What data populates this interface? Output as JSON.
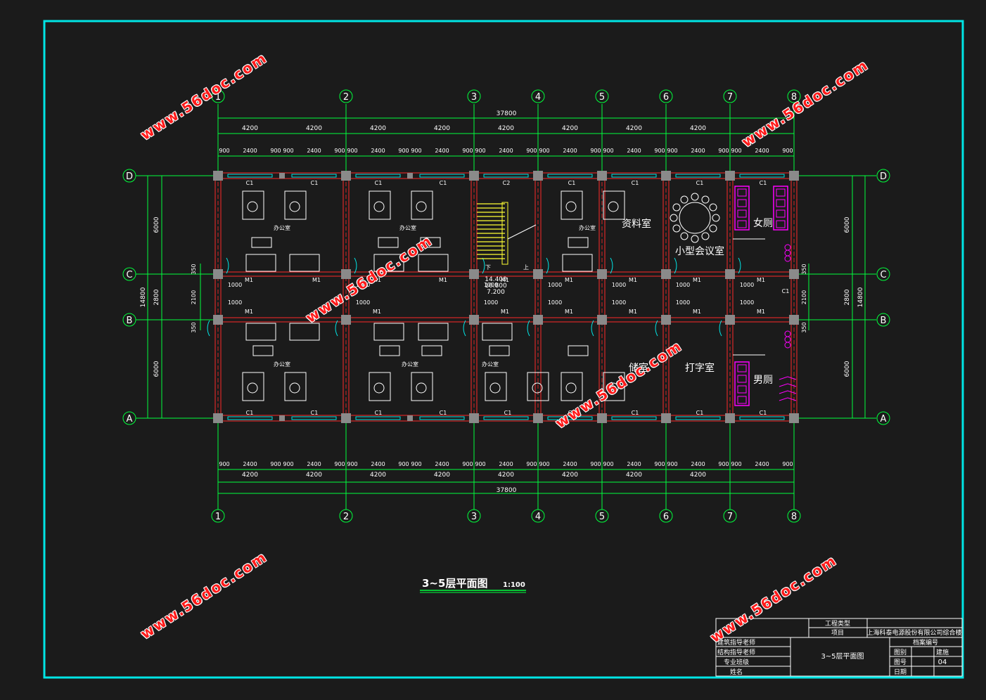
{
  "colors": {
    "frame": "#00e5e5",
    "axis": "#00ff3c",
    "wall": "#ff2a2a",
    "text": "#ffffff",
    "stair": "#ffff33",
    "fixture": "#ff00ff",
    "column": "#8a8a8a",
    "window": "#00e5e5"
  },
  "axes": {
    "vertical": [
      "1",
      "2",
      "3",
      "4",
      "5",
      "6",
      "7",
      "8"
    ],
    "horizontal": [
      "D",
      "C",
      "B",
      "A"
    ]
  },
  "dimensions": {
    "total": "37800",
    "bays": [
      "4200",
      "4200",
      "4200",
      "4200",
      "4200",
      "4200",
      "4200",
      "4200"
    ],
    "detail": [
      "900",
      "2400",
      "900"
    ],
    "left_side": [
      "6000",
      "2800",
      "6000"
    ],
    "left_total": "14800",
    "corridor_inner": [
      "350",
      "2100",
      "350"
    ]
  },
  "rooms": {
    "office": "办公室",
    "archive": "资料室",
    "meeting": "小型会议室",
    "female_wc": "女厕",
    "male_wc": "男厕",
    "storage": "储存室",
    "storage_partial": "储室",
    "typing": "打字室"
  },
  "door_labels": {
    "m1": "M1",
    "w1000": "1000",
    "c1": "C1",
    "c2": "C2"
  },
  "stair": {
    "elevations": [
      "14.400",
      "10.800",
      "7.200"
    ],
    "down": "下",
    "up": "上"
  },
  "title": {
    "main": "3~5层平面图",
    "scale": "1:100"
  },
  "title_block": {
    "project_type_label": "工程类型",
    "project_label": "项目",
    "project_value": "上海科泰电源股份有限公司综合楼",
    "drawing_name": "3~5层平面图",
    "archive_no_label": "档案编号",
    "drawing_cat_label": "图别",
    "drawing_cat_value": "建施",
    "drawing_no_label": "图号",
    "drawing_no_value": "04",
    "date_label": "日期",
    "rows": [
      "建筑指导老师",
      "结构指导老师",
      "专业班级",
      "姓名"
    ]
  },
  "watermark": "www.56doc.com"
}
